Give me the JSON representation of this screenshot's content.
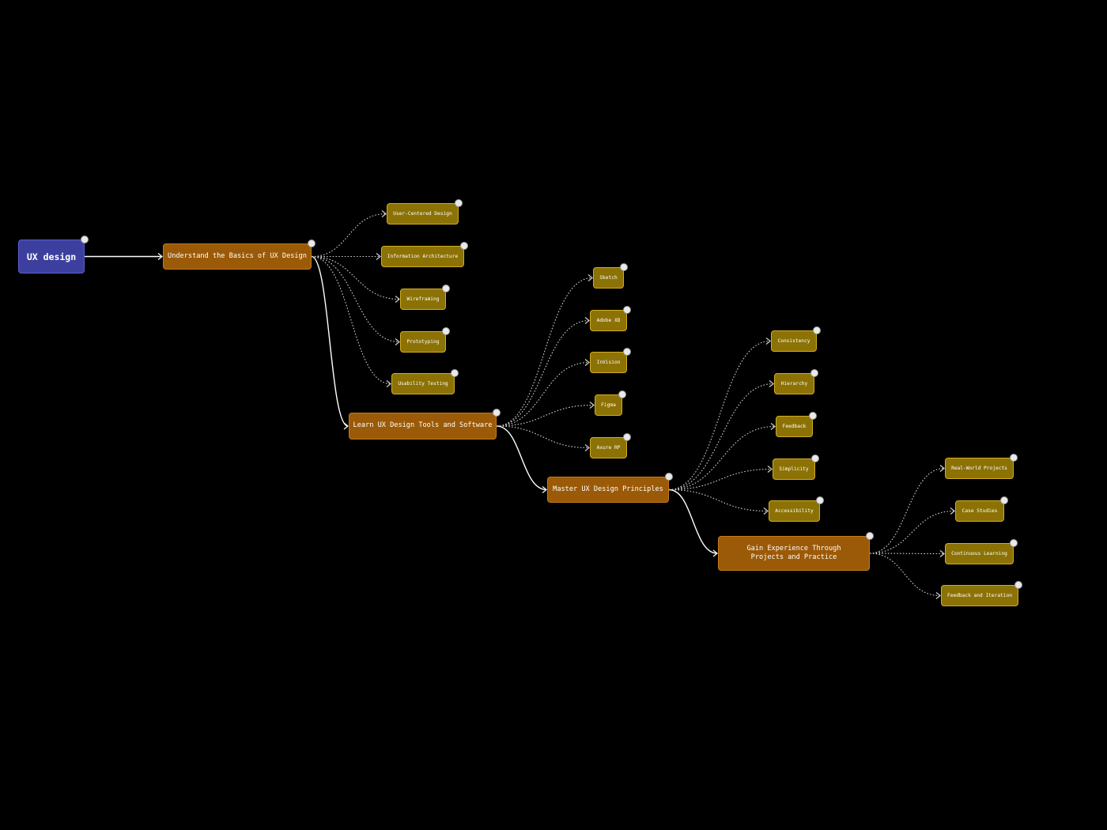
{
  "root": {
    "id": "root",
    "label": "UX design"
  },
  "stages": [
    {
      "id": "s1",
      "label": "Understand the Basics of UX Design",
      "children": [
        "User-Centered Design",
        "Information Architecture",
        "Wireframing",
        "Prototyping",
        "Usability Testing"
      ]
    },
    {
      "id": "s2",
      "label": "Learn UX Design Tools and Software",
      "children": [
        "Sketch",
        "Adobe XD",
        "InVision",
        "Figma",
        "Axure RP"
      ]
    },
    {
      "id": "s3",
      "label": "Master UX Design Principles",
      "children": [
        "Consistency",
        "Hierarchy",
        "Feedback",
        "Simplicity",
        "Accessibility"
      ]
    },
    {
      "id": "s4",
      "label": "Gain Experience Through Projects and Practice",
      "children": [
        "Real-World Projects",
        "Case Studies",
        "Continuous Learning",
        "Feedback and Iteration"
      ]
    }
  ],
  "colors": {
    "root_fill": "#3d3f9e",
    "stage_fill": "#9b5a07",
    "leaf_fill": "#8c7205",
    "leaf_border": "#d2ad21",
    "main_edge": "#ffffff",
    "leaf_edge": "#cfcfcf",
    "background": "#000000"
  }
}
